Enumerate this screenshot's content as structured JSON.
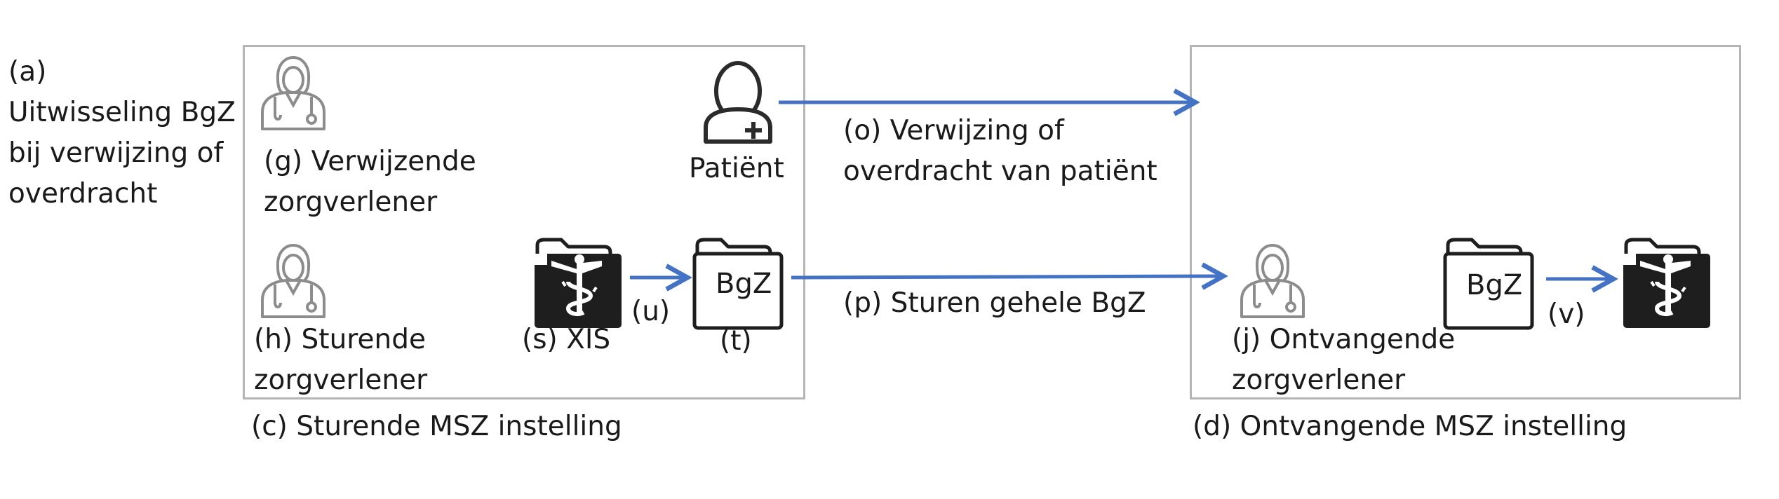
{
  "title": {
    "letter": "(a)",
    "lines": [
      "Uitwisseling BgZ",
      "bij verwijzing of",
      "overdracht"
    ]
  },
  "sending_institution": {
    "label": "(c) Sturende MSZ instelling"
  },
  "receiving_institution": {
    "label": "(d) Ontvangende MSZ instelling"
  },
  "referring_clinician": {
    "lines": [
      "(g) Verwijzende",
      "zorgverlener"
    ]
  },
  "sending_clinician": {
    "lines": [
      "(h) Sturende",
      "zorgverlener"
    ]
  },
  "receiving_clinician": {
    "lines": [
      "(j) Ontvangende",
      "zorgverlener"
    ]
  },
  "patient": {
    "label": "Patiënt"
  },
  "xis": {
    "label": "(s) XIS"
  },
  "bgz_folder": {
    "text": "BgZ",
    "label": "(t)"
  },
  "receiving_bgz_folder": {
    "text": "BgZ"
  },
  "flow_u": {
    "label": "(u)"
  },
  "flow_v": {
    "label": "(v)"
  },
  "flow_o": {
    "lines": [
      "(o) Verwijzing of",
      "overdracht van patiënt"
    ]
  },
  "flow_p": {
    "label": "(p) Sturen gehele BgZ"
  },
  "colors": {
    "arrow": "#4472C4",
    "box_border": "#B5B5B5",
    "icon": "#2b2b2b",
    "icon_light": "#8c8c8c"
  },
  "icons": {
    "clinician": "doctor-with-stethoscope-icon",
    "patient": "patient-with-plus-icon",
    "folder": "folder-icon",
    "medical_folder": "caduceus-folder-icon"
  }
}
